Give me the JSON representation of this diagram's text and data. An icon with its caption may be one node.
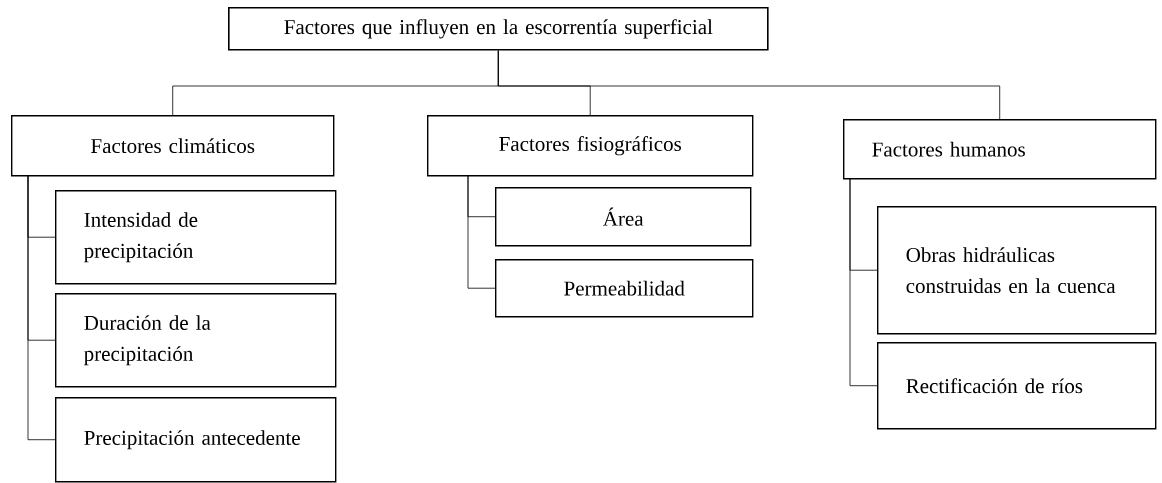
{
  "diagram": {
    "nodes": [
      {
        "text": [
          "Factores que influyen en la escorrentía superficial"
        ]
      },
      {
        "text": [
          "Factores climáticos"
        ]
      },
      {
        "text": [
          "Factores fisiográficos"
        ]
      },
      {
        "text": [
          "Factores humanos"
        ]
      },
      {
        "text": [
          "Intensidad de precipitación"
        ]
      },
      {
        "text": [
          "Duración de la precipitación"
        ]
      },
      {
        "text": [
          "Precipitación antecedente"
        ]
      },
      {
        "text": [
          "Área"
        ]
      },
      {
        "text": [
          "Permeabilidad"
        ]
      },
      {
        "text": [
          "Obras hidráulicas construidas en la cuenca"
        ]
      },
      {
        "text": [
          "Rectificación de ríos"
        ]
      }
    ],
    "edges": [
      {
        "from": 0,
        "to": 1,
        "arrow": "none"
      },
      {
        "from": 0,
        "to": 2,
        "arrow": "none"
      },
      {
        "from": 0,
        "to": 3,
        "arrow": "none"
      },
      {
        "from": 1,
        "to": 4,
        "arrow": "none"
      },
      {
        "from": 1,
        "to": 5,
        "arrow": "none"
      },
      {
        "from": 1,
        "to": 6,
        "arrow": "none"
      },
      {
        "from": 2,
        "to": 7,
        "arrow": "none"
      },
      {
        "from": 2,
        "to": 8,
        "arrow": "none"
      },
      {
        "from": 3,
        "to": 9,
        "arrow": "none"
      },
      {
        "from": 3,
        "to": 10,
        "arrow": "none"
      }
    ]
  }
}
